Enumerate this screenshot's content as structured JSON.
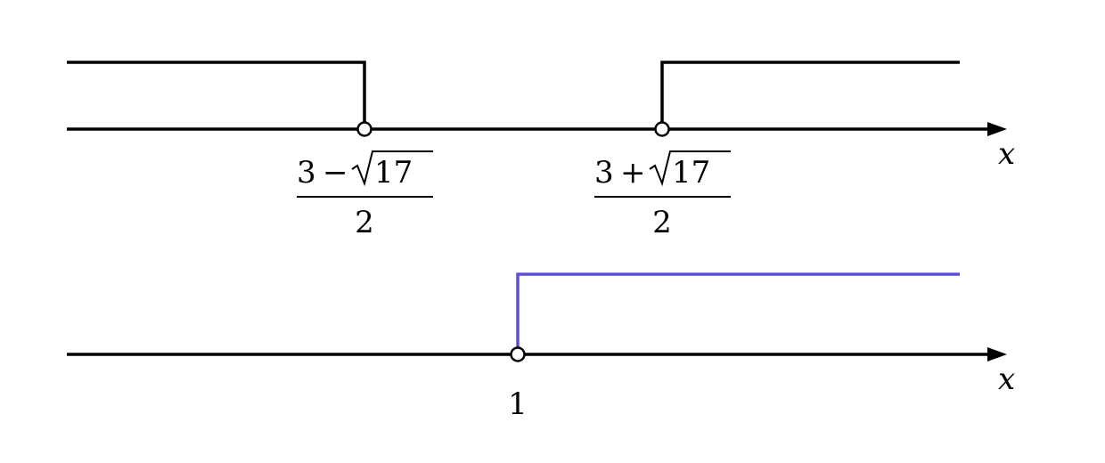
{
  "colors": {
    "axis": "#000000",
    "top_solution": "#000000",
    "bottom_solution": "#5b4fd6"
  },
  "top_line": {
    "axis_label": "x",
    "left_point": {
      "numerator_a": "3",
      "operator": "−",
      "radicand": "17",
      "denominator": "2"
    },
    "right_point": {
      "numerator_a": "3",
      "operator": "+",
      "radicand": "17",
      "denominator": "2"
    }
  },
  "bottom_line": {
    "axis_label": "x",
    "point_label": "1"
  }
}
